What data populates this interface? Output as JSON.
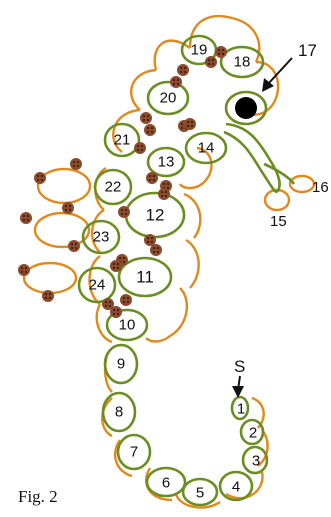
{
  "figure": {
    "caption": "Fig. 2",
    "start_label": "S",
    "callout_label": "17",
    "side_labels": {
      "ring_15": "15",
      "ring_16": "16"
    },
    "ring_labels": [
      "1",
      "2",
      "3",
      "4",
      "5",
      "6",
      "7",
      "8",
      "9",
      "10",
      "11",
      "12",
      "13",
      "14",
      "18",
      "19",
      "20",
      "21",
      "22",
      "23",
      "24"
    ],
    "colors": {
      "ring_outline": "#6b8e23",
      "chain_outline": "#e08a1e",
      "bead_fill": "#8b4a2b",
      "bead_dot": "#2a1a10",
      "eye": "#000000",
      "text": "#111111"
    }
  }
}
